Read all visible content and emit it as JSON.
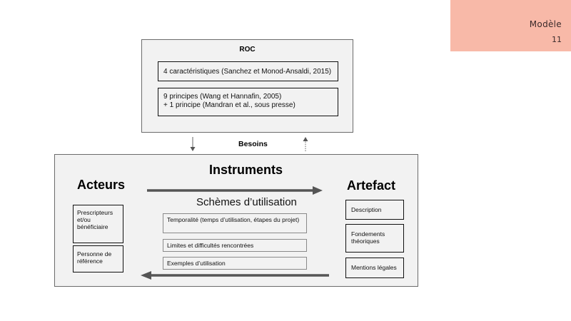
{
  "slide": {
    "title": "Modèle",
    "number": "11"
  },
  "roc": {
    "title": "ROC",
    "box1": "4 caractéristiques (Sanchez et Monod-Ansaldi, 2015)",
    "box2_line1": "9 principes (Wang et Hannafin, 2005)",
    "box2_line2": "+ 1 principe (Mandran et al., sous presse)"
  },
  "besoins": "Besoins",
  "instruments": {
    "title": "Instruments",
    "acteurs": {
      "title": "Acteurs",
      "items": [
        "Prescripteurs et/ou bénéficiaire",
        "Personne de référence"
      ]
    },
    "artefact": {
      "title": "Artefact",
      "items": [
        "Description",
        "Fondements théoriques",
        "Mentions légales"
      ]
    },
    "schemes": {
      "title": "Schèmes d’utilisation",
      "items": [
        "Temporalité (temps d’utilisation, étapes du projet)",
        "Limites et difficultés rencontrées",
        "Exemples d’utilisation"
      ]
    }
  }
}
